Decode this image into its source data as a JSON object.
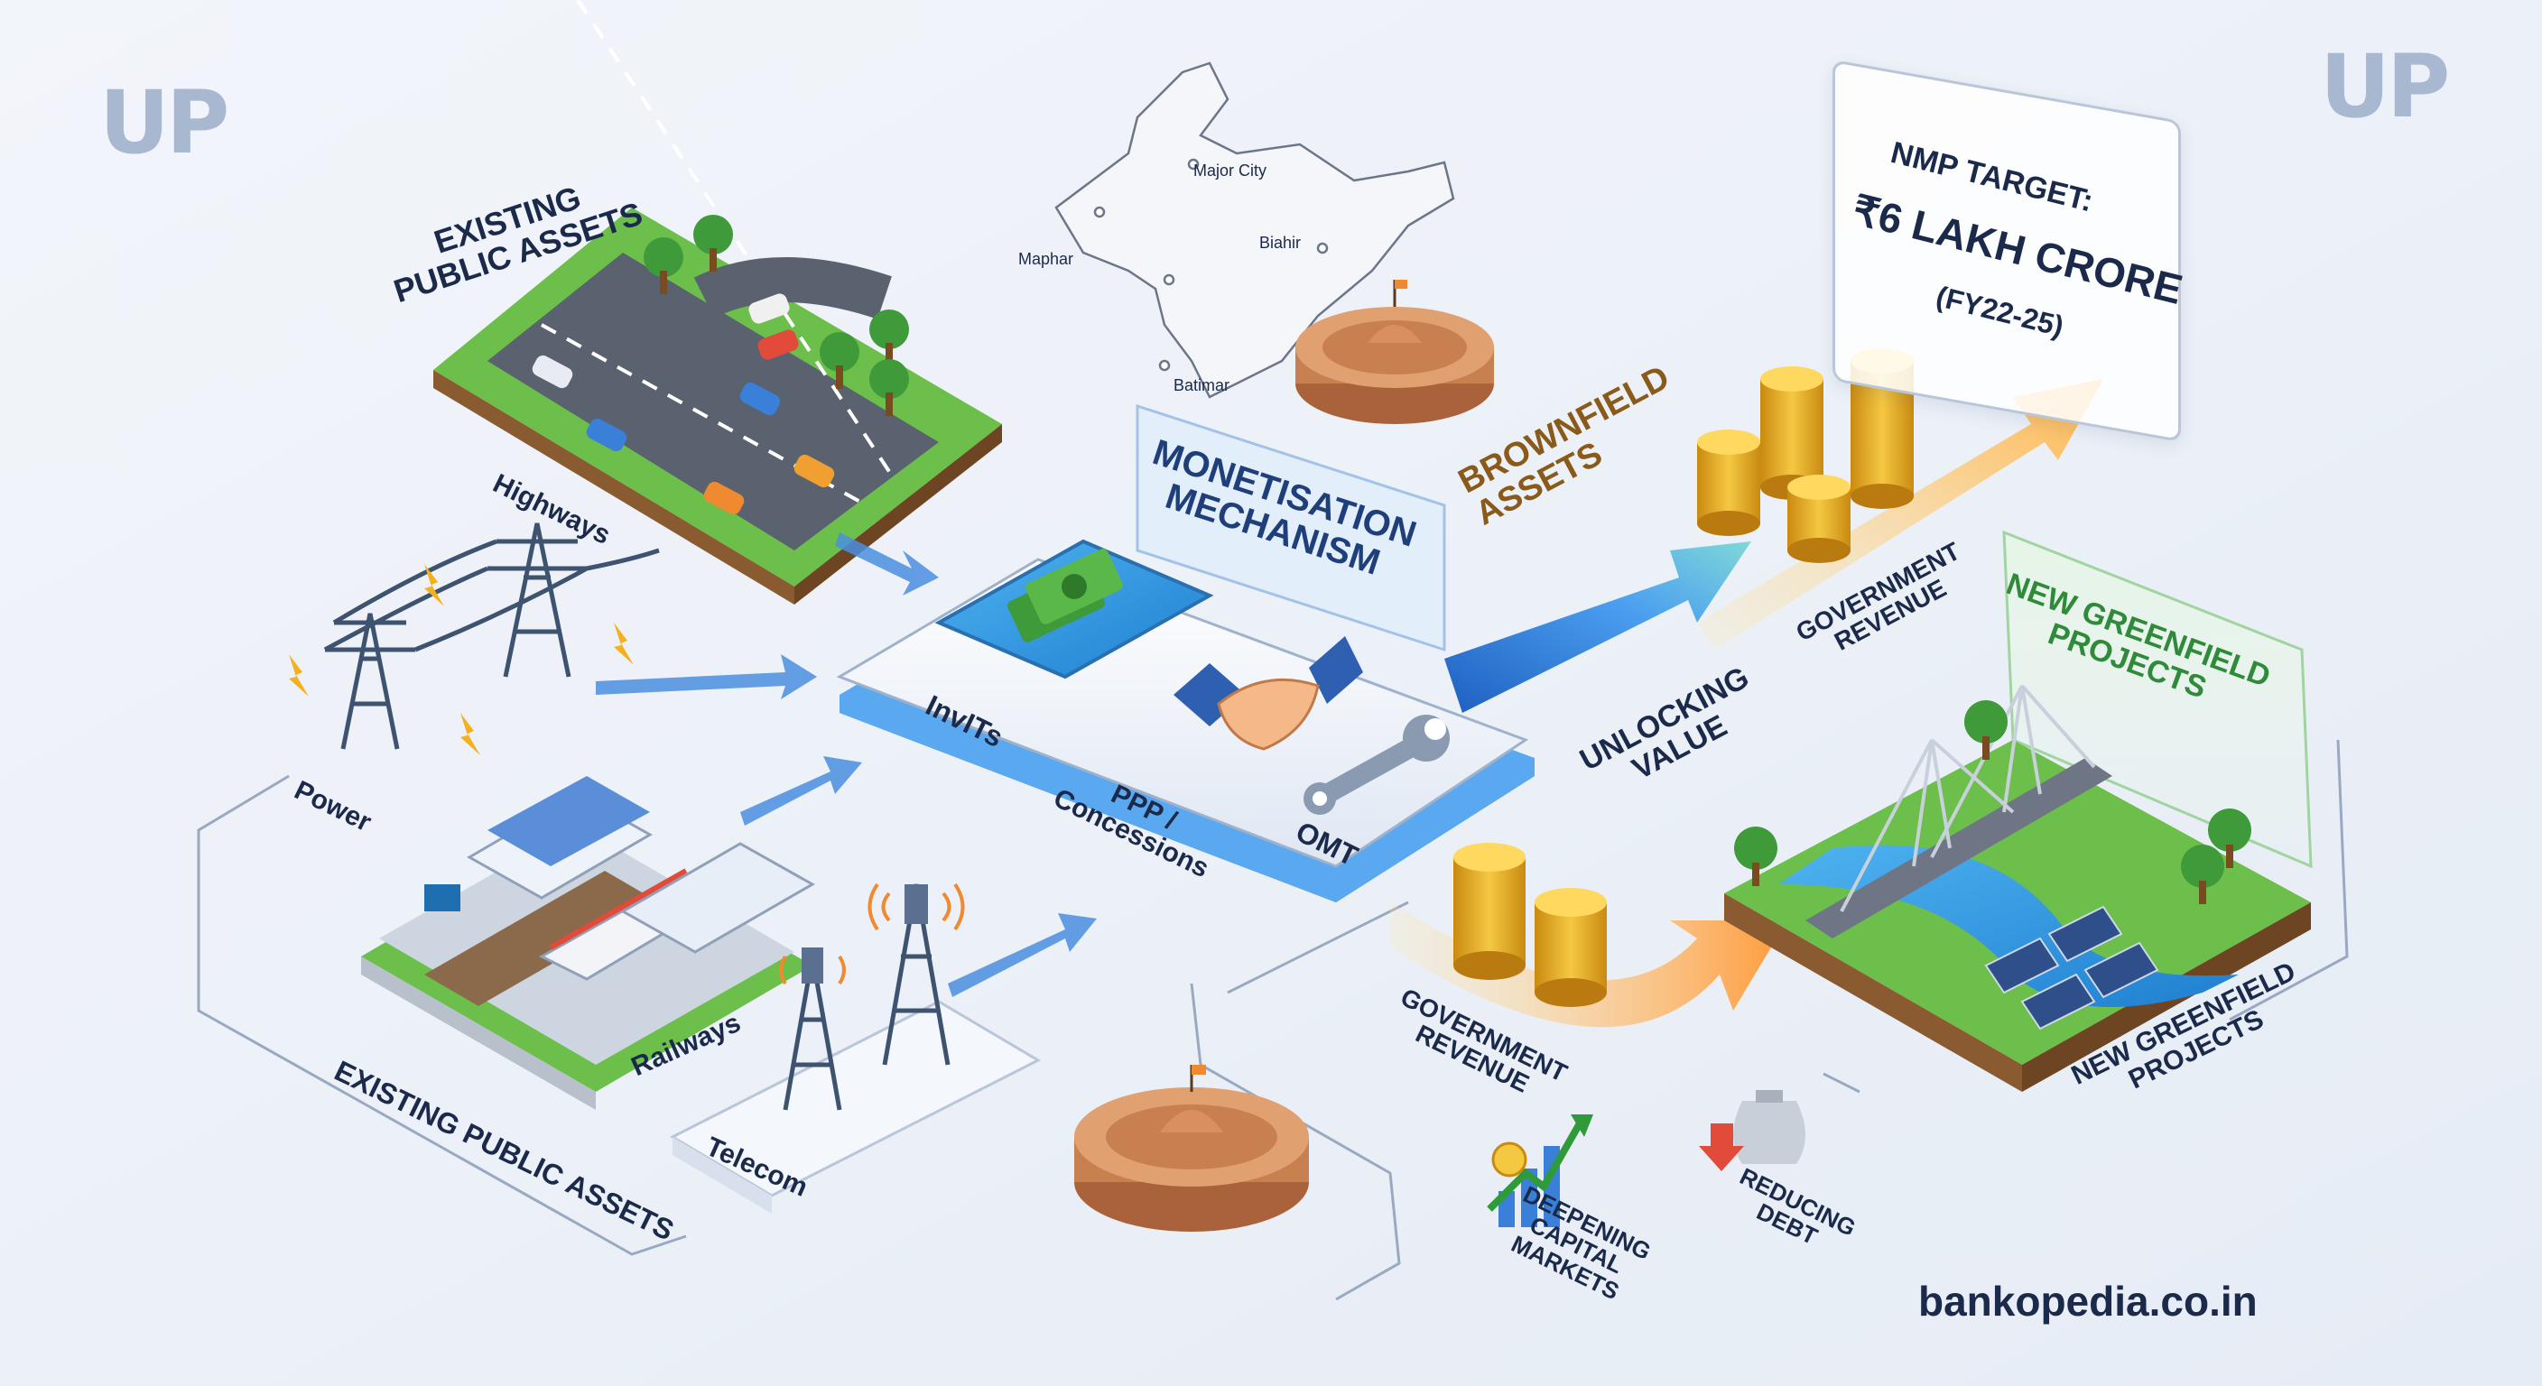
{
  "labels": {
    "existing_top": "EXISTING\nPUBLIC ASSETS",
    "highways": "Highways",
    "power": "Power",
    "railways": "Railways",
    "telecom": "Telecom",
    "existing_bottom": "EXISTING PUBLIC ASSETS",
    "mechanism": "MONETISATION\nMECHANISM",
    "invits": "InvITs",
    "ppp": "PPP /\nConcessions",
    "omt": "OMT",
    "brownfield": "BROWNFIELD\nASSETS",
    "unlocking": "UNLOCKING\nVALUE",
    "gov_revenue_top": "GOVERNMENT\nREVENUE",
    "new_greenfield_top": "NEW GREENFIELD\nPROJECTS",
    "gov_revenue_bottom": "GOVERNMENT\nREVENUE",
    "new_greenfield_bottom": "NEW GREENFIELD\nPROJECTS",
    "capital_markets": "DEEPENING\nCAPITAL\nMARKETS",
    "reducing_debt": "REDUCING\nDEBT"
  },
  "target": {
    "line1": "NMP TARGET:",
    "line2": "₹6 LAKH CRORE",
    "line3": "(FY22-25)"
  },
  "map_cities": {
    "city1": "Major City",
    "city2": "Maphar",
    "city3": "Biahir",
    "city4": "Batimar"
  },
  "brand": "bankopedia.co.in",
  "logo": "UP",
  "colors": {
    "navy": "#1b2a4a",
    "brown": "#8a5a1a",
    "green": "#2f8a3a",
    "arrow_blue": "#3a7fd8",
    "gold": "#e8b530"
  }
}
